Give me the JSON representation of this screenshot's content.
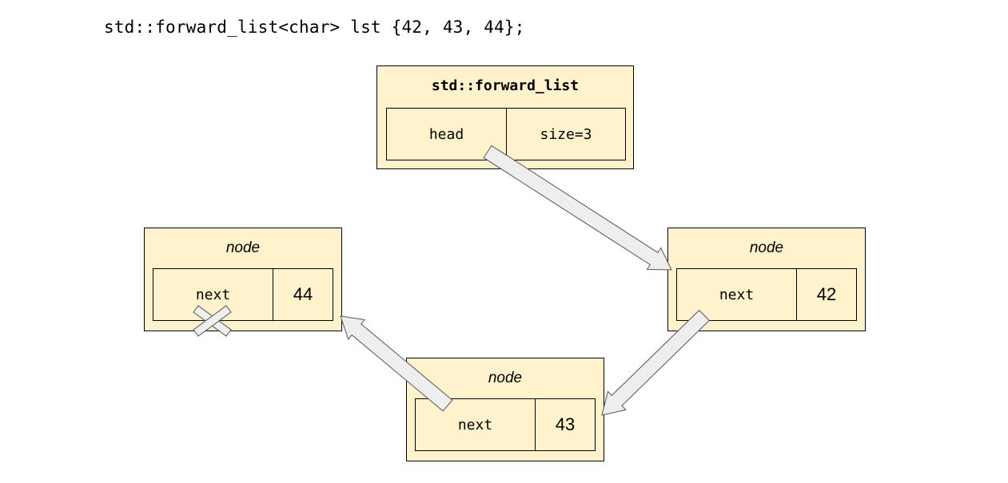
{
  "code": "std::forward_list<char> lst {42, 43, 44};",
  "container": {
    "title": "std::forward_list",
    "head_label": "head",
    "size_label": "size=3"
  },
  "nodes": [
    {
      "title": "node",
      "next_label": "next",
      "value": "42"
    },
    {
      "title": "node",
      "next_label": "next",
      "value": "43"
    },
    {
      "title": "node",
      "next_label": "next",
      "value": "44"
    }
  ],
  "colors": {
    "box_fill": "#fff2cc",
    "arrow_fill": "#eeeeee",
    "stroke": "#000000"
  }
}
